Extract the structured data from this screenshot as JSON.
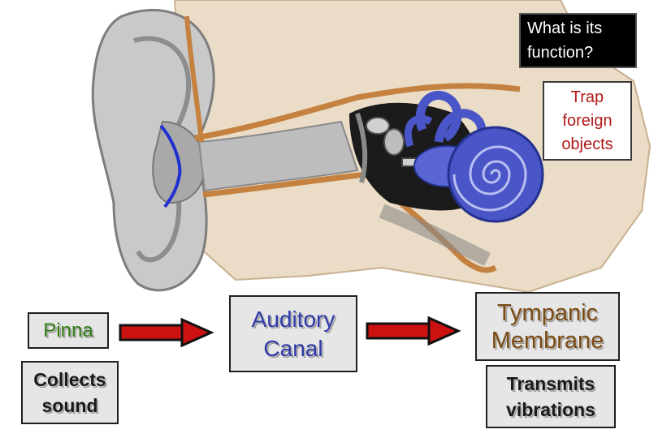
{
  "question": "What is its function?",
  "answers": {
    "auditory_canal_function": "Trap foreign objects",
    "pinna_function": "Collects sound",
    "tympanic_function": "Transmits vibrations"
  },
  "parts": {
    "pinna": "Pinna",
    "auditory_canal": "Auditory Canal",
    "tympanic_membrane": "Tympanic Membrane"
  },
  "colors": {
    "pinna_text": "#2e7d12",
    "auditory_text": "#2f3aa8",
    "tympanic_text": "#7a4a12",
    "arrow_fill": "#cc1111",
    "cochlea_blue": "#4a56c8",
    "pinna_marker": "#1f2fd0"
  }
}
